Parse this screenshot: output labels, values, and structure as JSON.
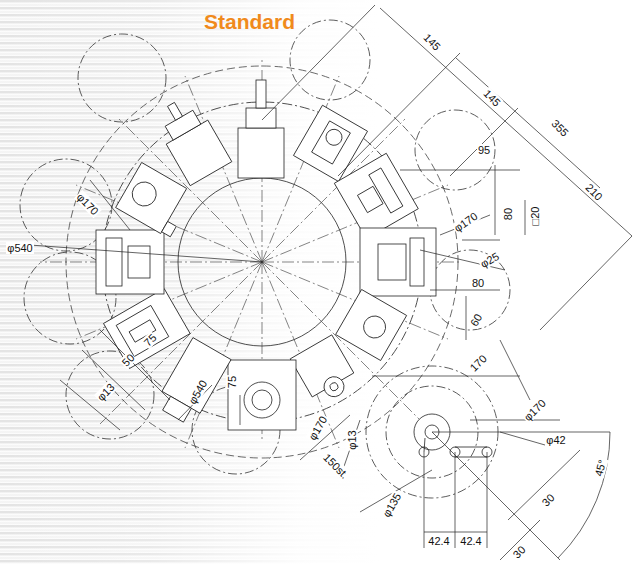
{
  "diagram": {
    "title": "Standard",
    "labels": [
      "145",
      "145",
      "355",
      "210",
      "95",
      "80",
      "□20",
      "φ170",
      "φ170",
      "φ540",
      "φ25",
      "80",
      "60",
      "170",
      "φ170",
      "φ42",
      "75",
      "50",
      "φ13",
      "φ540",
      "75",
      "φ170",
      "φ13",
      "150st.",
      "φ135",
      "42.4",
      "42.4",
      "30",
      "30",
      "45°"
    ]
  }
}
